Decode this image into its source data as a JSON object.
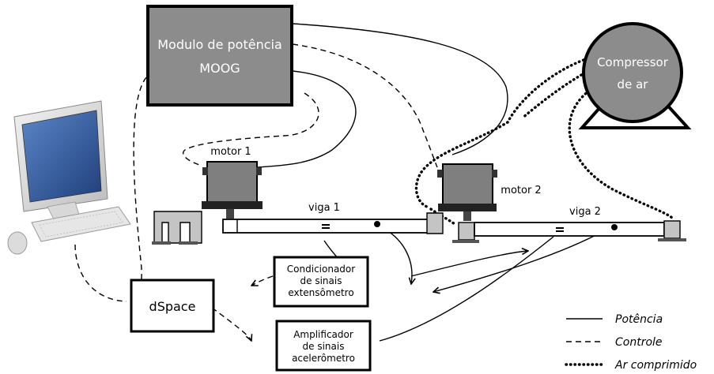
{
  "nodes": {
    "moog": {
      "line1": "Modulo de potência",
      "line2": "MOOG"
    },
    "compressor": {
      "line1": "Compressor",
      "line2": "de ar"
    },
    "motor1": "motor 1",
    "motor2": "motor 2",
    "beam1": "viga 1",
    "beam2": "viga 2",
    "conditioner": {
      "line1": "Condicionador",
      "line2": "de sinais",
      "line3": "extensômetro"
    },
    "amplifier": {
      "line1": "Amplificador",
      "line2": "de sinais",
      "line3": "acelerômetro"
    },
    "dspace": "dSpace"
  },
  "legend": {
    "power": "Potência",
    "control": "Controle",
    "air": "Ar comprimido"
  },
  "colors": {
    "box_fill": "#8c8c8c",
    "box_text": "#ffffff",
    "stroke": "#000000",
    "motor_fill": "#7f7f7f",
    "clamp_fill": "#c4c4c4",
    "monitor_screen": "#2f5fa8"
  }
}
